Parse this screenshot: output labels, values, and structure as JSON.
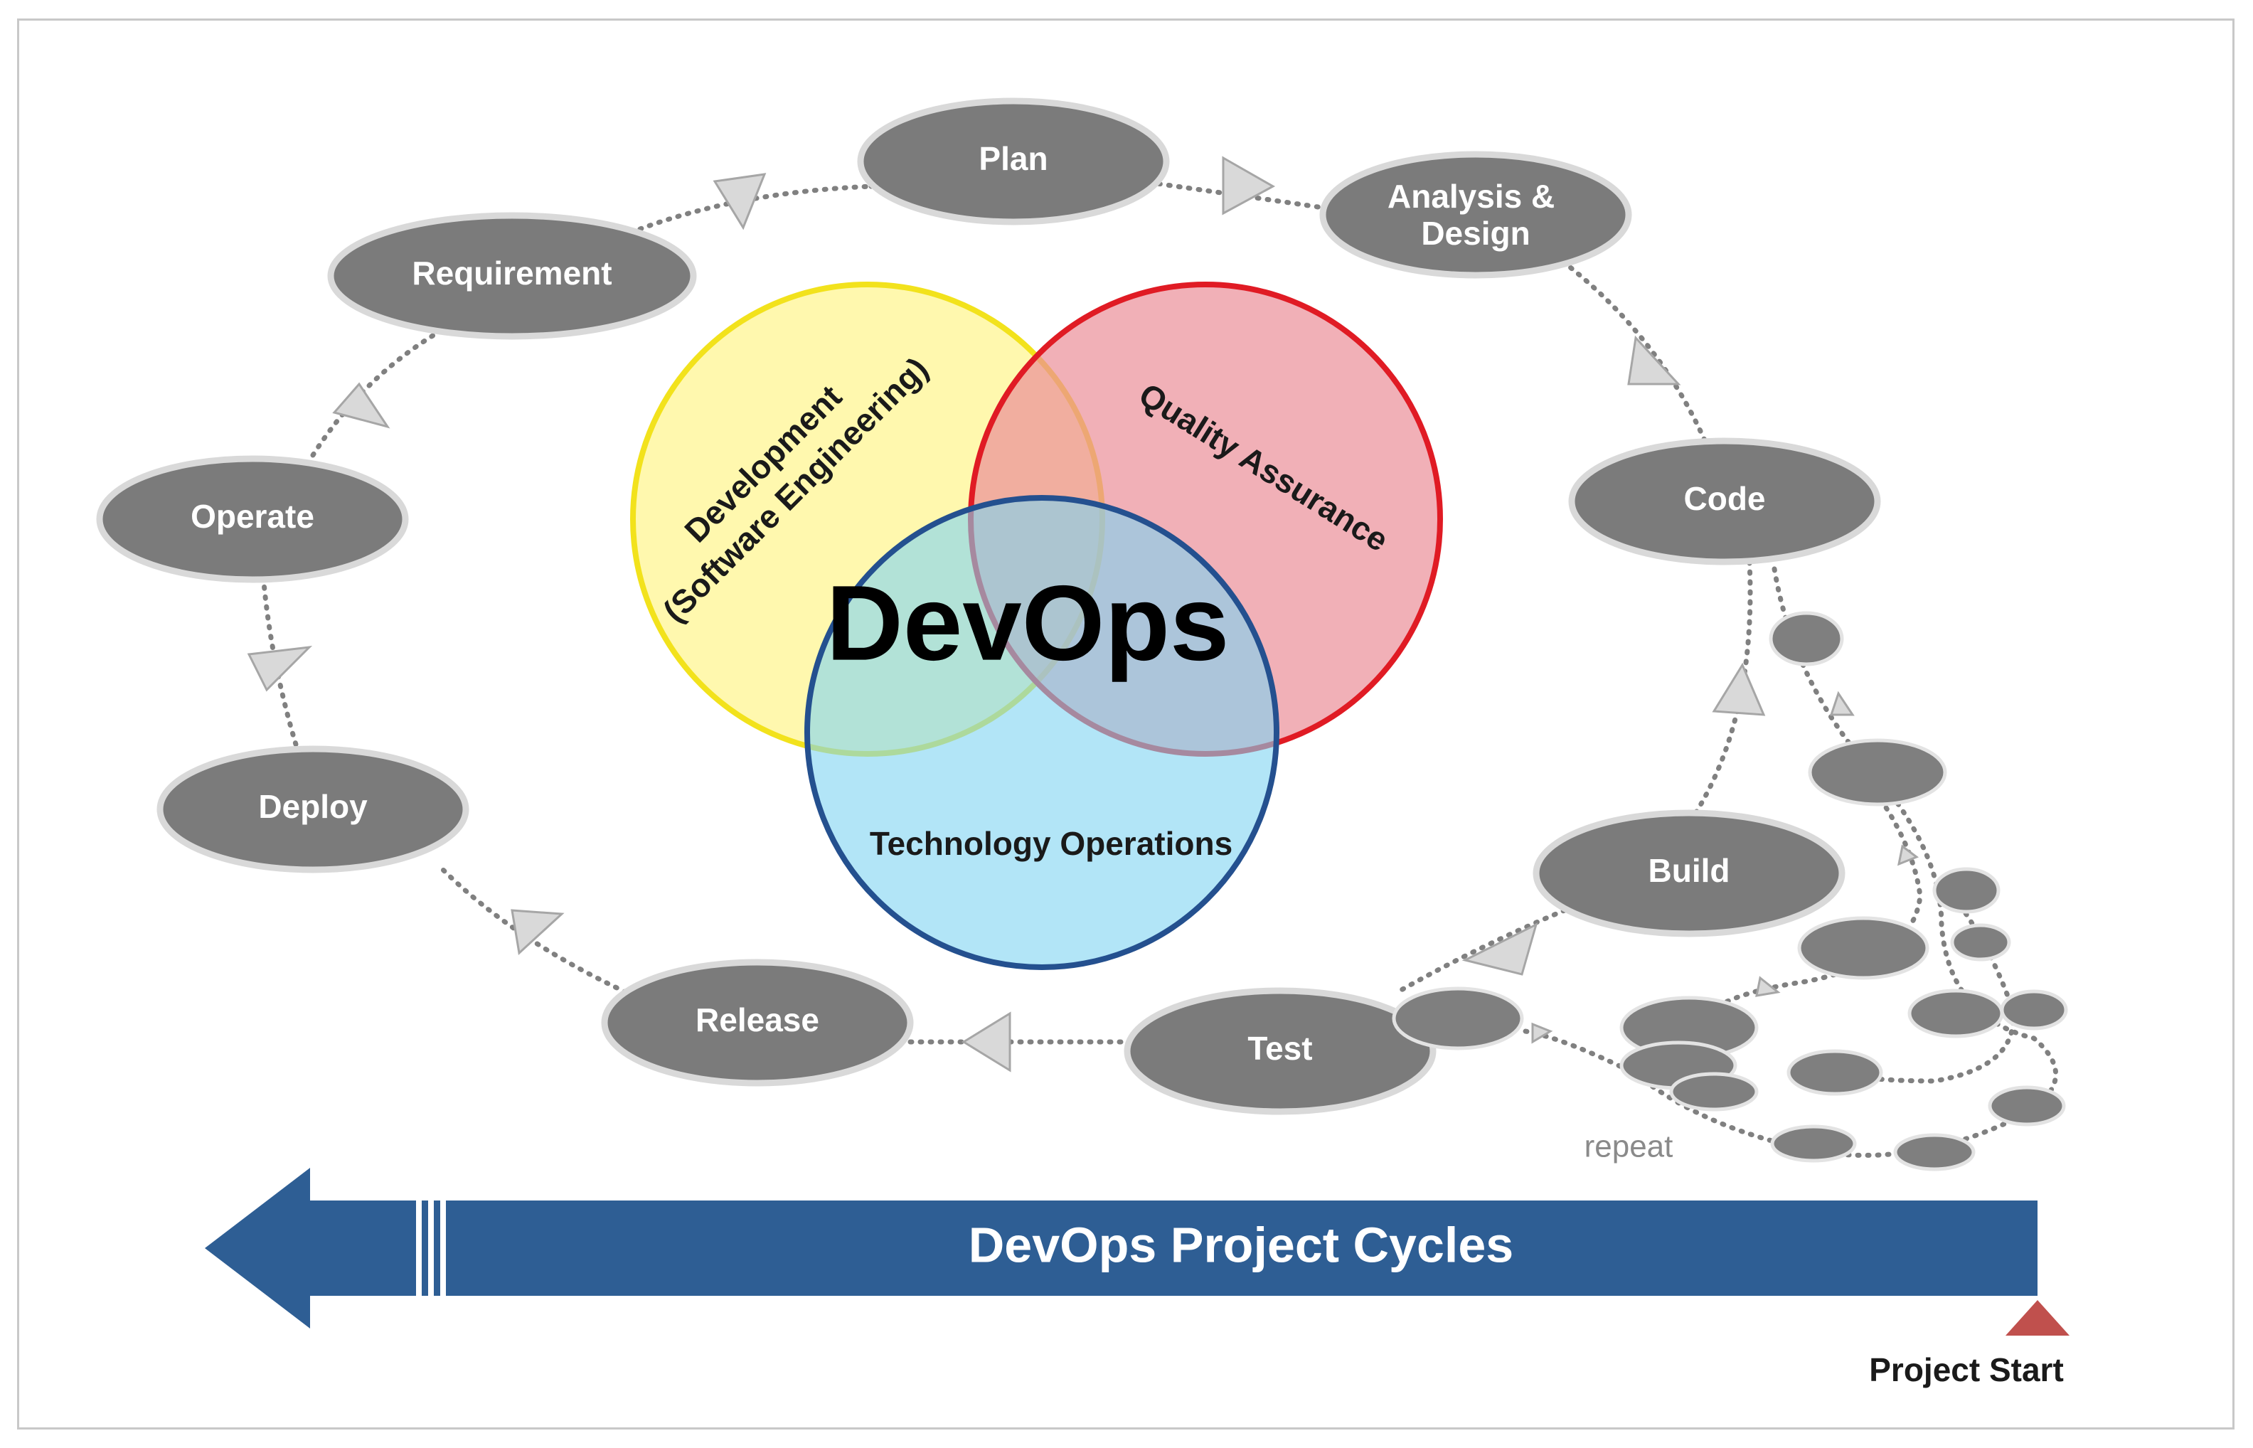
{
  "diagram": {
    "center_title": "DevOps",
    "venn": {
      "development_line1": "Development",
      "development_line2": "(Software Engineering)",
      "quality": "Quality Assurance",
      "operations": "Technology Operations"
    },
    "stages": {
      "plan": "Plan",
      "analysis_line1": "Analysis &",
      "analysis_line2": "Design",
      "code": "Code",
      "build": "Build",
      "test": "Test",
      "release": "Release",
      "deploy": "Deploy",
      "operate": "Operate",
      "requirement": "Requirement"
    },
    "repeat_label": "repeat",
    "banner_label": "DevOps Project Cycles",
    "project_start_label": "Project Start",
    "colors": {
      "node_fill": "#7b7b7b",
      "venn_development": "#fff7a0",
      "venn_development_stroke": "#f2e21c",
      "venn_quality": "#eb8f98",
      "venn_quality_stroke": "#e01b24",
      "venn_operations": "#7fd3f2",
      "venn_operations_stroke": "#24508f",
      "banner": "#2e5e94",
      "start_marker": "#c0504d"
    }
  }
}
